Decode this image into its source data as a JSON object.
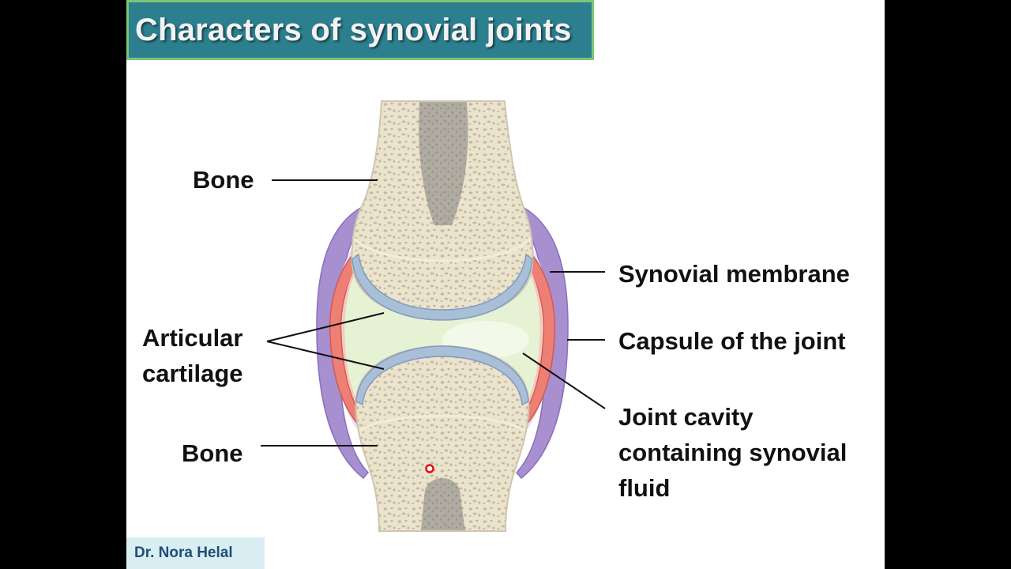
{
  "slide": {
    "title": "Characters of synovial joints",
    "author": "Dr. Nora Helal"
  },
  "labels": {
    "bone_top": "Bone",
    "articular_line1": "Articular",
    "articular_line2": "cartilage",
    "bone_bottom": "Bone",
    "synovial_membrane": "Synovial membrane",
    "capsule": "Capsule of the joint",
    "cavity_line1": "Joint cavity",
    "cavity_line2": "containing synovial",
    "cavity_line3": "fluid"
  },
  "colors": {
    "title_bg": "#2b7f8e",
    "title_border": "#7cc576",
    "bone": "#ece3cc",
    "marrow": "#a7a29a",
    "cartilage": "#a9bfd8",
    "synovial_fluid": "#e6f2d4",
    "synovial_membrane": "#ee7f74",
    "capsule": "#a78fd0"
  }
}
